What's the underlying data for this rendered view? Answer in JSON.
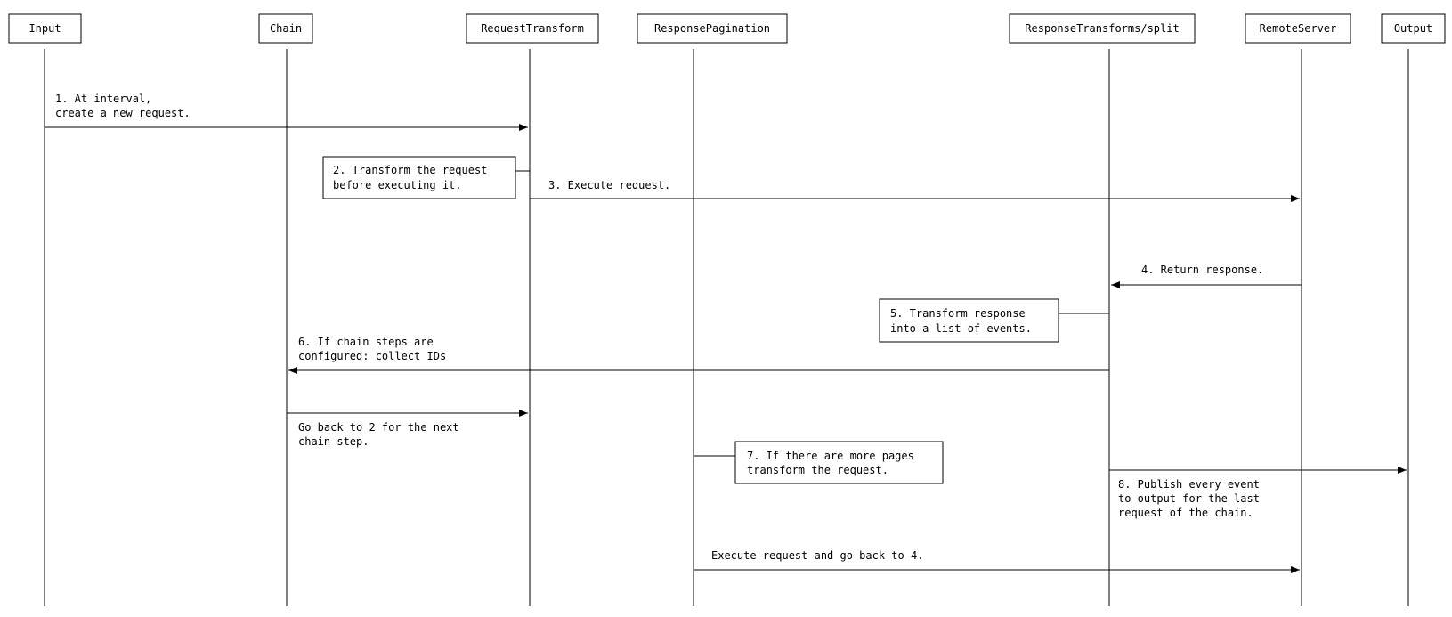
{
  "actors": [
    {
      "id": "input",
      "label": "Input"
    },
    {
      "id": "chain",
      "label": "Chain"
    },
    {
      "id": "request-transform",
      "label": "RequestTransform"
    },
    {
      "id": "response-pagination",
      "label": "ResponsePagination"
    },
    {
      "id": "response-transforms-split",
      "label": "ResponseTransforms/split"
    },
    {
      "id": "remote-server",
      "label": "RemoteServer"
    },
    {
      "id": "output",
      "label": "Output"
    }
  ],
  "messages": [
    {
      "id": "1",
      "from": "input",
      "to": "request-transform",
      "lines": [
        "1. At interval,",
        "create a new request."
      ]
    },
    {
      "id": "3",
      "from": "request-transform",
      "to": "remote-server",
      "lines": [
        "3. Execute request."
      ]
    },
    {
      "id": "4",
      "from": "remote-server",
      "to": "response-transforms-split",
      "lines": [
        "4. Return response."
      ]
    },
    {
      "id": "6",
      "from": "response-transforms-split",
      "to": "chain",
      "lines": [
        "6. If chain steps are",
        "configured: collect IDs"
      ]
    },
    {
      "id": "go-back-2",
      "from": "chain",
      "to": "request-transform",
      "lines": [
        "Go back to 2 for the next",
        "chain step."
      ]
    },
    {
      "id": "8",
      "from": "response-transforms-split",
      "to": "output",
      "lines": [
        "8. Publish every event",
        "to output for the last",
        "request of the chain."
      ]
    },
    {
      "id": "execute-go-back-4",
      "from": "response-pagination",
      "to": "remote-server",
      "lines": [
        "Execute request and go back to 4."
      ]
    }
  ],
  "notes": [
    {
      "id": "2",
      "actor": "request-transform",
      "lines": [
        "2. Transform the request",
        "before executing it."
      ]
    },
    {
      "id": "5",
      "actor": "response-transforms-split",
      "lines": [
        "5. Transform response",
        "into a list of events."
      ]
    },
    {
      "id": "7",
      "actor": "response-pagination",
      "lines": [
        "7. If there are more pages",
        "transform the request."
      ]
    }
  ]
}
